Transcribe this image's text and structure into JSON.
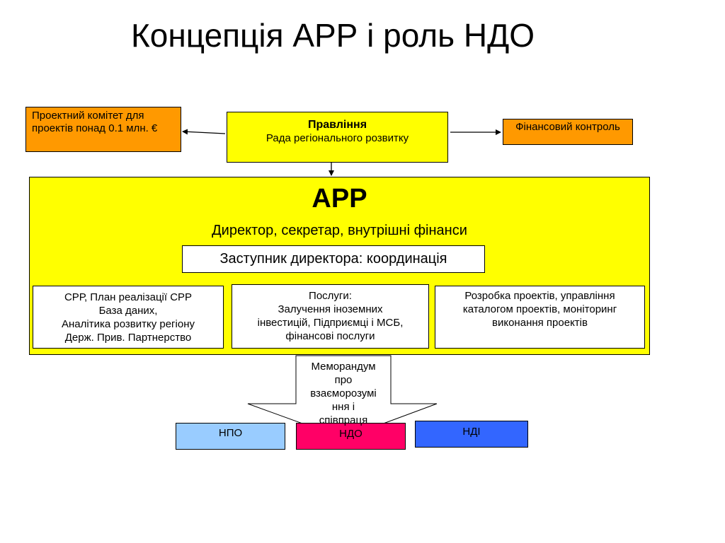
{
  "title": "Концепція АРР і роль НДО",
  "board": {
    "heading": "Правління",
    "subtitle": "Рада регіонального розвитку"
  },
  "project_committee": "Проектний комітет для проектів понад 0.1 млн. €",
  "financial_control": "Фінансовий контроль",
  "arr": {
    "heading": "АРР",
    "staff": "Директор, секретар, внутрішні фінанси",
    "deputy": "Заступник директора: координація",
    "units": [
      {
        "lines": [
          "СРР, План реалізації СРР",
          "База даних,",
          "Аналітика розвитку регіону",
          "Держ. Прив. Партнерство"
        ]
      },
      {
        "lines": [
          "Послуги:",
          "Залучення іноземних",
          "інвестицій, Підприємці і МСБ,",
          "фінансові послуги"
        ]
      },
      {
        "lines": [
          "Розробка проектів, управління",
          "каталогом проектів, моніторинг",
          "виконання проектів"
        ]
      }
    ]
  },
  "memo_lines": [
    "Меморандум",
    "про",
    "взаєморозумі",
    "ння і",
    "співпраця"
  ],
  "partners": [
    {
      "label": "НПО",
      "color": "#99ccff"
    },
    {
      "label": "НДО",
      "color": "#ff0066"
    },
    {
      "label": "НДІ",
      "color": "#3366ff"
    }
  ]
}
